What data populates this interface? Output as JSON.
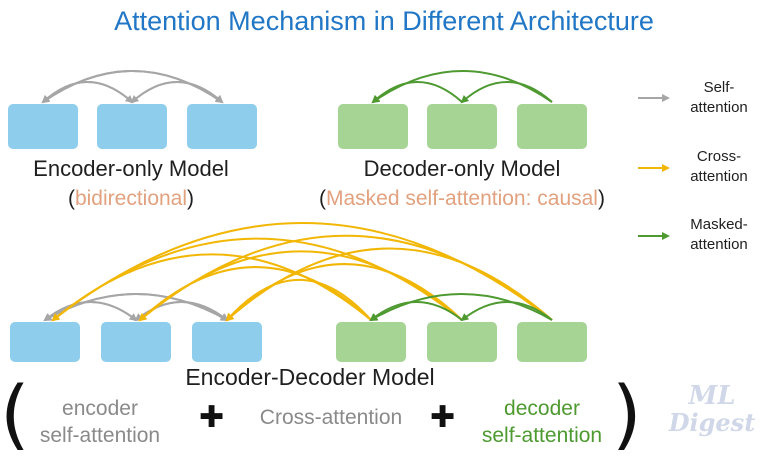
{
  "title": "Attention Mechanism in Different Architecture",
  "encoder_only": {
    "label": "Encoder-only Model",
    "open_paren": "(",
    "note": "bidirectional",
    "close_paren": ")"
  },
  "decoder_only": {
    "label": "Decoder-only Model",
    "open_paren": "(",
    "note": "Masked self-attention: causal",
    "close_paren": ")"
  },
  "encoder_decoder": {
    "label": "Encoder-Decoder Model",
    "enc_line1": "encoder",
    "enc_line2": "self-attention",
    "plus": "✚",
    "cross": "Cross-attention",
    "dec_line1": "decoder",
    "dec_line2": "self-attention"
  },
  "legend": [
    {
      "line1": "Self-",
      "line2": "attention",
      "color": "#a6a6a6"
    },
    {
      "line1": "Cross-",
      "line2": "attention",
      "color": "#f2b705"
    },
    {
      "line1": "Masked-",
      "line2": "attention",
      "color": "#4e9a31"
    }
  ],
  "colors": {
    "encoder_block": "#8fcdec",
    "decoder_block": "#a6d495",
    "self": "#a6a6a6",
    "cross": "#f2b705",
    "masked": "#4e9a31",
    "title": "#2177c6"
  },
  "watermark": {
    "line1": "ML",
    "line2": "Digest"
  }
}
